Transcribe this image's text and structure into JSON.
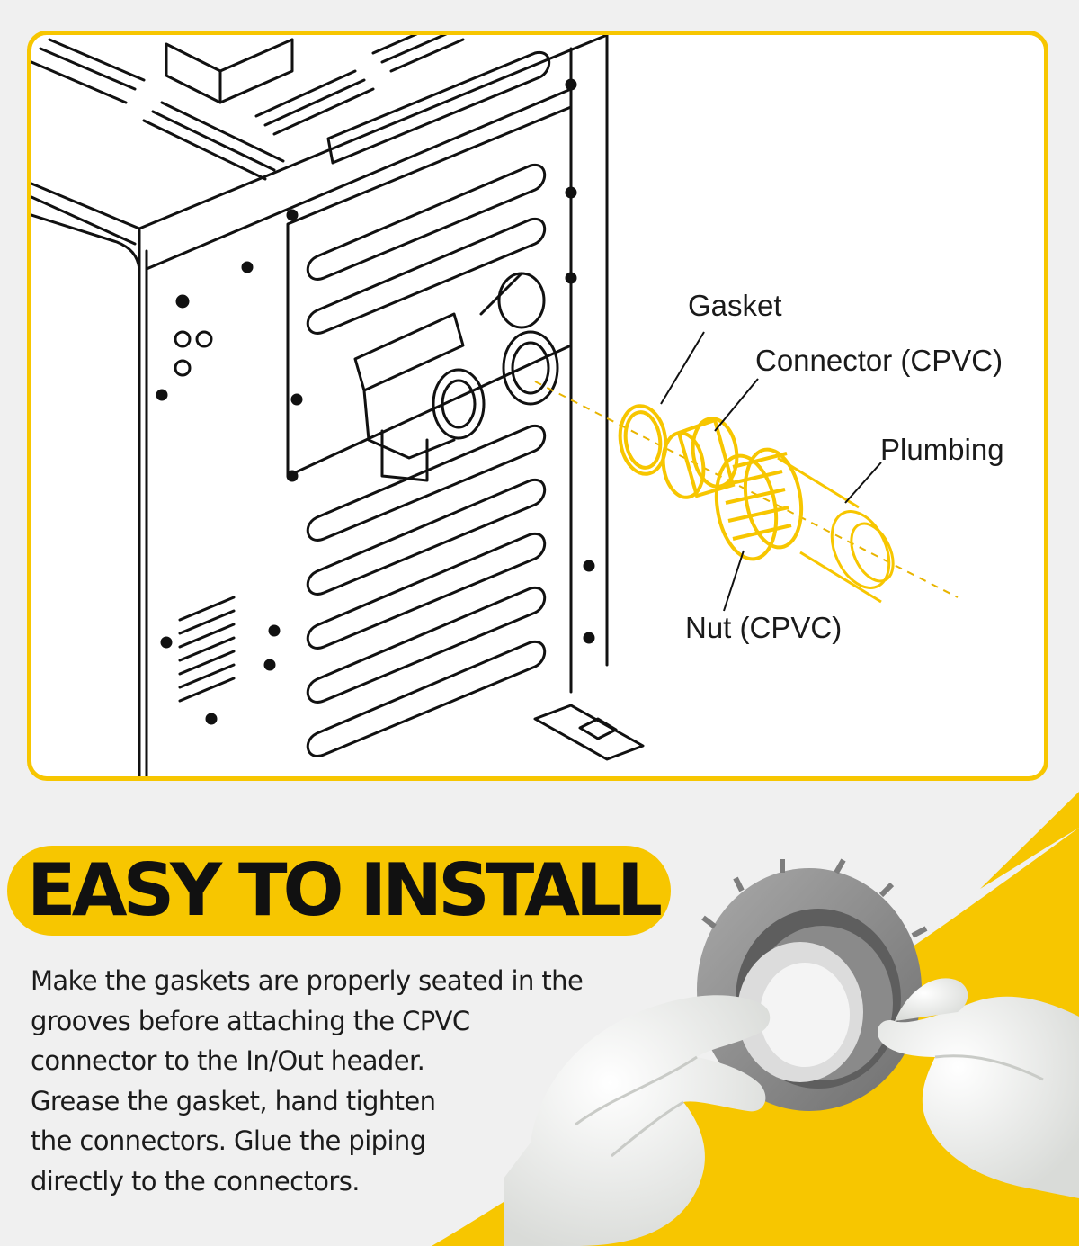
{
  "diagram": {
    "callouts": {
      "gasket": "Gasket",
      "connector": "Connector (CPVC)",
      "plumbing": "Plumbing",
      "nut": "Nut (CPVC)"
    }
  },
  "headline": {
    "text": "EASY TO INSTALL"
  },
  "body": {
    "lines": [
      "Make the gaskets are properly seated in the",
      "grooves before attaching the CPVC",
      "connector to the In/Out header.",
      "Grease the gasket, hand tighten",
      "the connectors. Glue the piping",
      "directly to the connectors."
    ]
  },
  "colors": {
    "accent": "#f7c600",
    "background": "#f0f0f0",
    "text": "#111111"
  }
}
